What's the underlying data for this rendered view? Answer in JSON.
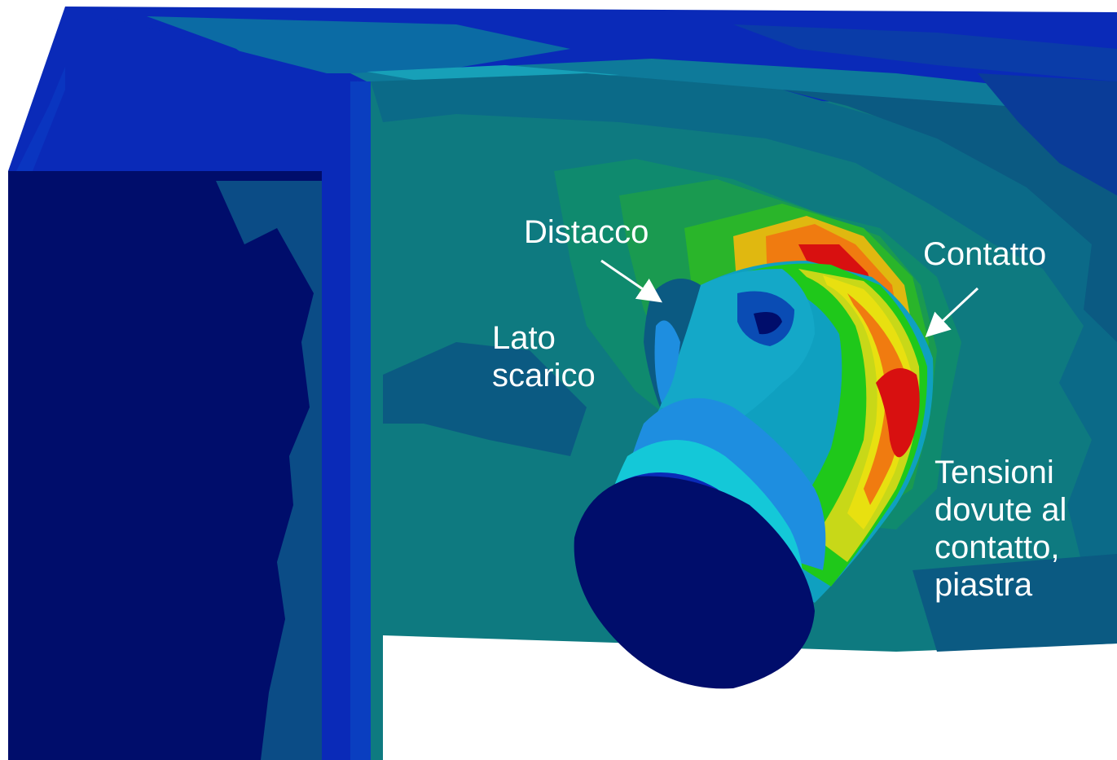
{
  "annotations": {
    "distacco": "Distacco",
    "contatto": "Contatto",
    "lato_scarico": "Lato\nscarico",
    "tensioni": "Tensioni\ndovute al\ncontatto,\npiastra"
  },
  "colors": {
    "background": "#ffffff",
    "contour_dark_blue": "#000d6b",
    "contour_blue": "#0a2ab8",
    "contour_teal_dark": "#0b5a82",
    "contour_teal": "#0e7a80",
    "contour_cyan": "#14b4c8",
    "contour_green": "#1fc81a",
    "contour_yellow": "#e8e010",
    "contour_orange": "#f07b10",
    "contour_red": "#d81010",
    "annotation_text": "#ffffff"
  }
}
